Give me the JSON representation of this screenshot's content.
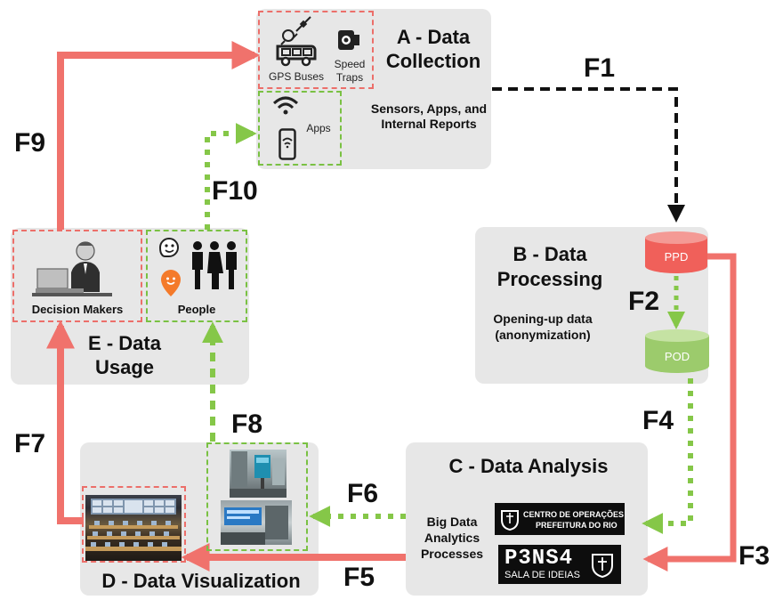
{
  "panels": {
    "a": {
      "title_line1": "A - Data",
      "title_line2": "Collection",
      "subtitle": "Sensors, Apps, and Internal Reports"
    },
    "b": {
      "title_line1": "B - Data",
      "title_line2": "Processing",
      "subtitle_line1": "Opening-up data",
      "subtitle_line2": "(anonymization)"
    },
    "c": {
      "title": "C - Data Analysis",
      "subtitle_line1": "Big Data",
      "subtitle_line2": "Analytics",
      "subtitle_line3": "Processes"
    },
    "d": {
      "title": "D - Data Visualization"
    },
    "e": {
      "title_line1": "E - Data",
      "title_line2": "Usage"
    }
  },
  "sources": {
    "gps_buses": "GPS Buses",
    "speed_traps_line1": "Speed",
    "speed_traps_line2": "Traps",
    "apps": "Apps"
  },
  "users": {
    "decision_makers": "Decision Makers",
    "people": "People"
  },
  "databases": {
    "ppd": "PPD",
    "pod": "POD"
  },
  "logos": {
    "centro_line1": "CENTRO DE OPERAÇÕES",
    "centro_line2": "PREFEITURA DO RIO",
    "p3ns4": "P3NS4",
    "sala": "SALA DE IDEIAS"
  },
  "flows": {
    "f1": "F1",
    "f2": "F2",
    "f3": "F3",
    "f4": "F4",
    "f5": "F5",
    "f6": "F6",
    "f7": "F7",
    "f8": "F8",
    "f9": "F9",
    "f10": "F10"
  },
  "colors": {
    "red_flow": "#f0726c",
    "green_flow": "#85c748",
    "black_flow": "#111111",
    "panel": "#e7e7e7"
  }
}
